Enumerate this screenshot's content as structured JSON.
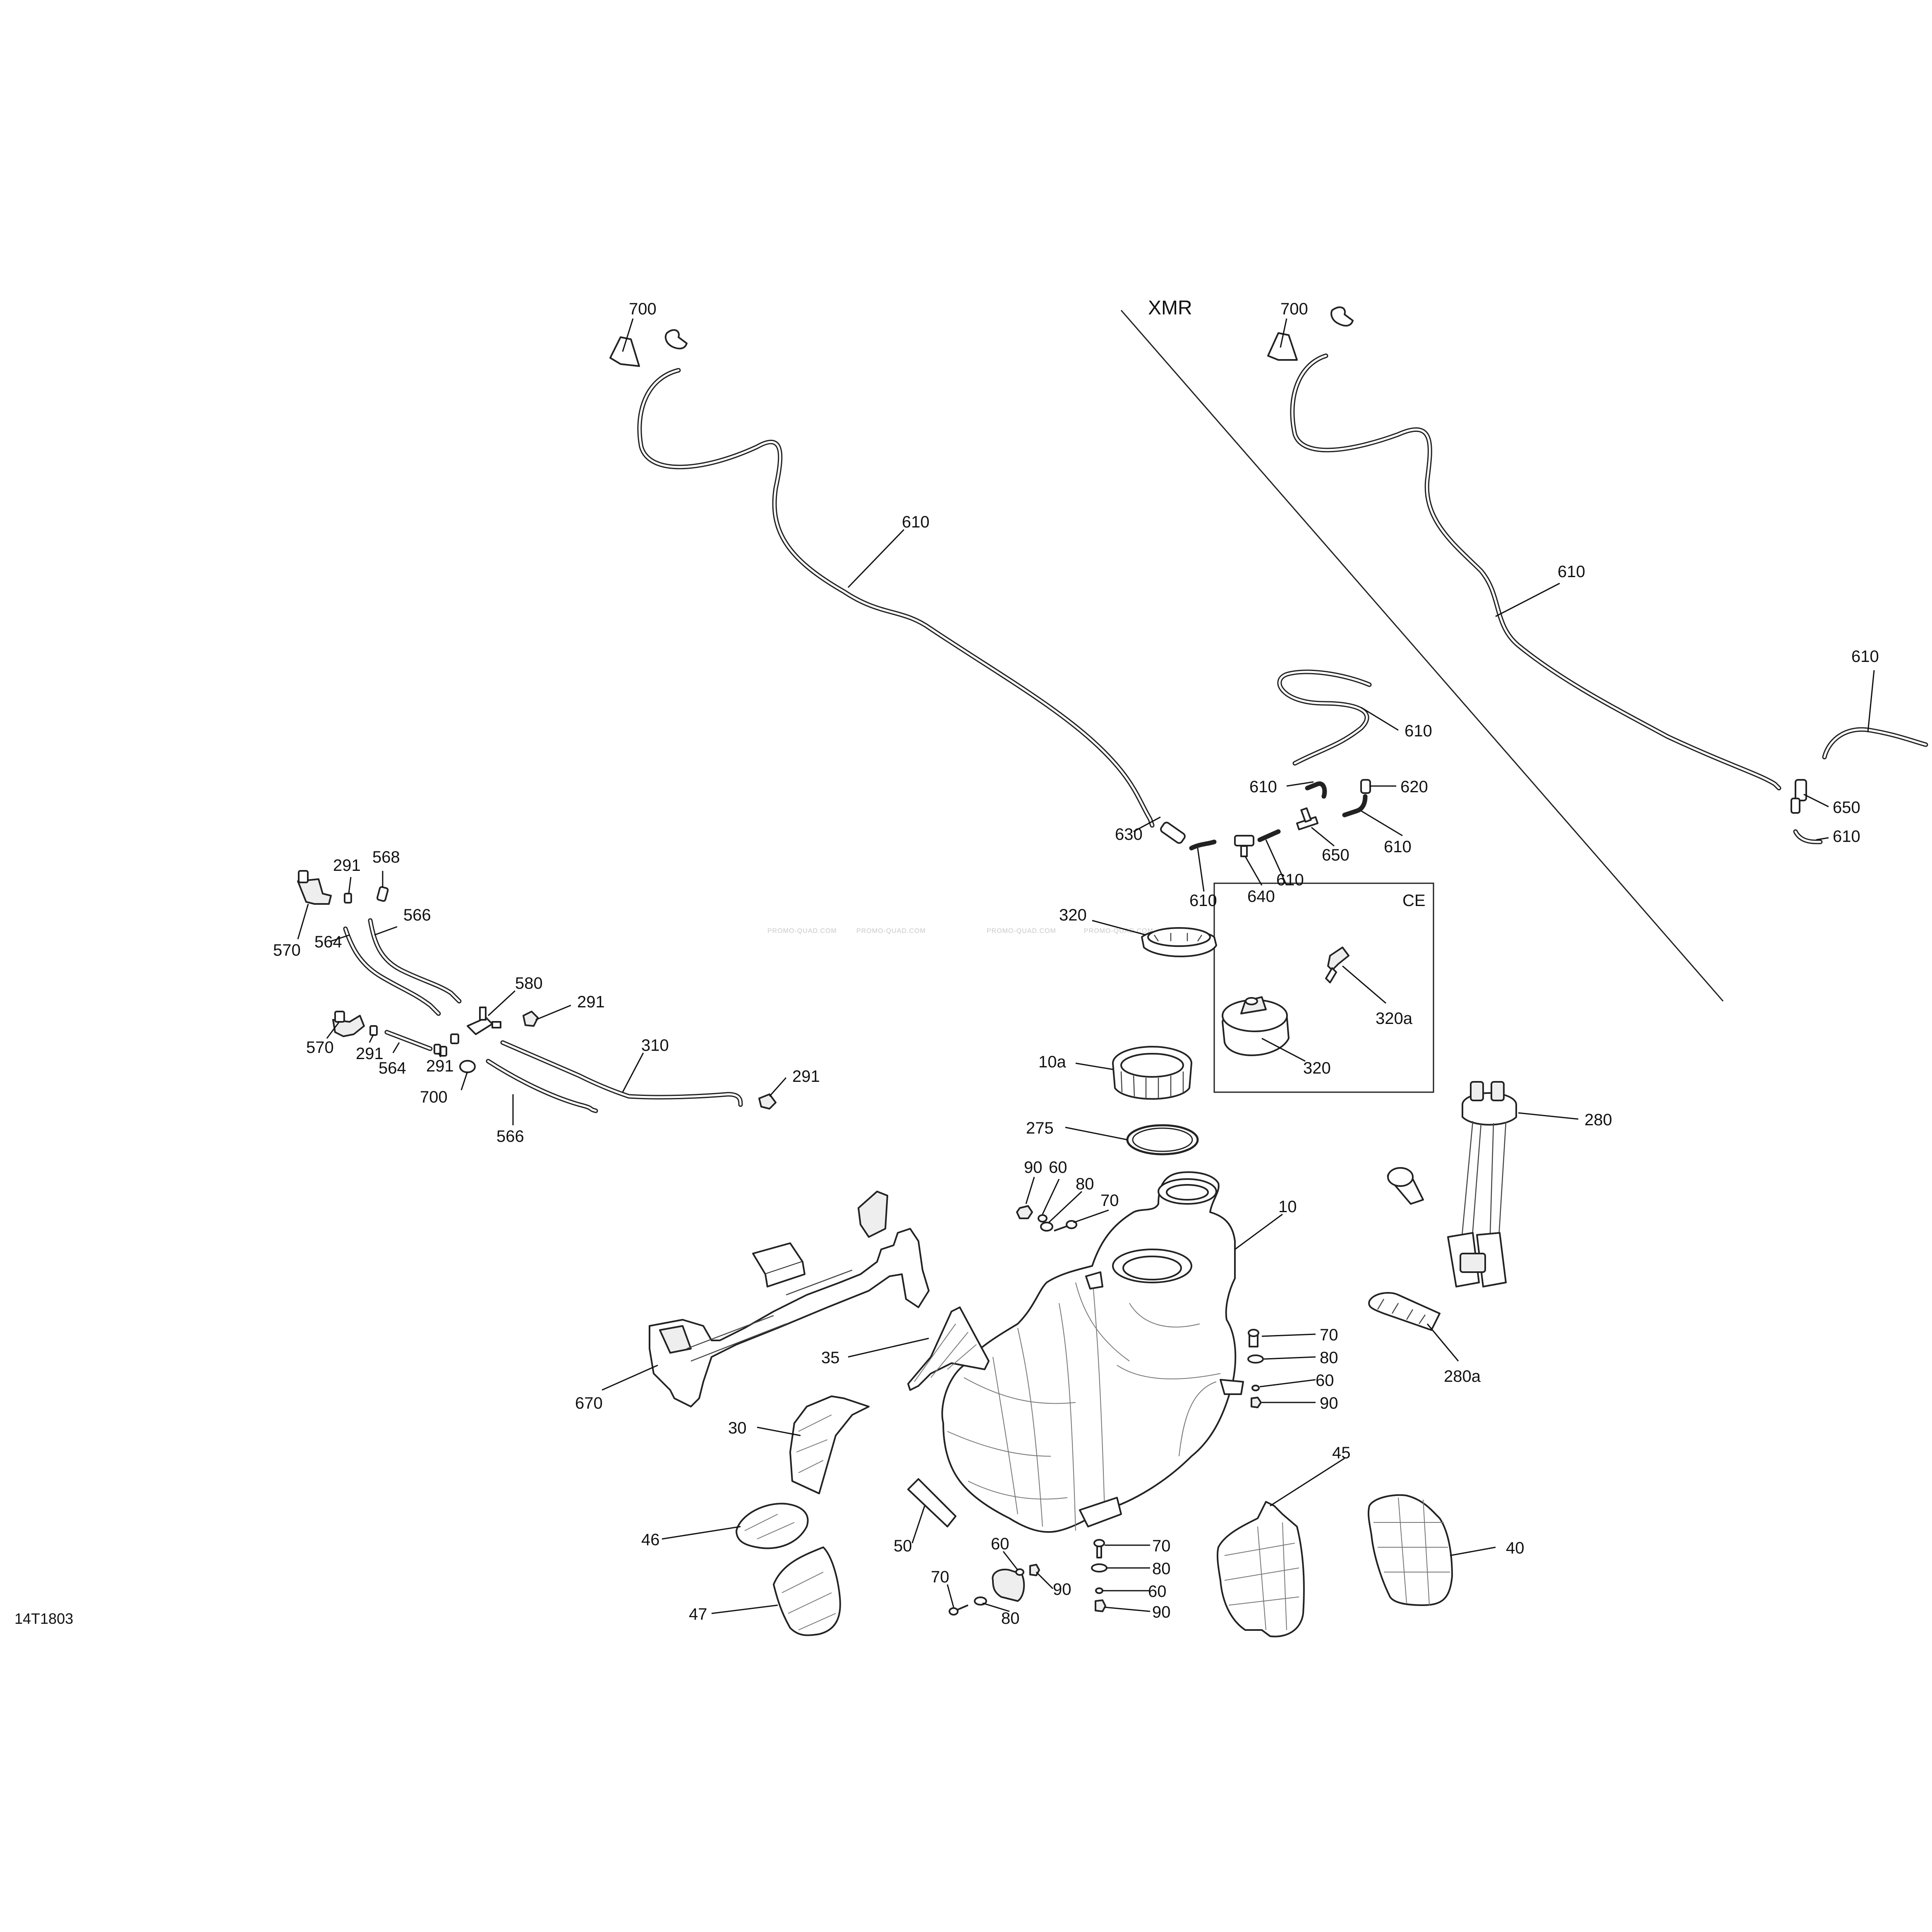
{
  "diagram": {
    "drawing_code": "14T1803",
    "variant_labels": {
      "xmr": "XMR",
      "ce": "CE"
    },
    "watermark": "PROMO-QUAD.COM",
    "callouts": {
      "c700_a": "700",
      "c610_a": "610",
      "c700_b": "700",
      "c610_b": "610",
      "c610_c": "610",
      "c650_b": "650",
      "c610_d": "610",
      "c610_e": "610",
      "c610_f": "610",
      "c620": "620",
      "c610_g": "610",
      "c630": "630",
      "c610_h": "610",
      "c640": "640",
      "c610_i": "610",
      "c650_a": "650",
      "c291_a": "291",
      "c568": "568",
      "c566_a": "566",
      "c570_a": "570",
      "c564_a": "564",
      "c580": "580",
      "c291_b": "291",
      "c570_b": "570",
      "c291_c": "291",
      "c564_b": "564",
      "c291_d": "291",
      "c310": "310",
      "c700_c": "700",
      "c291_e": "291",
      "c566_b": "566",
      "c320_a": "320",
      "c320_b": "320",
      "c320a": "320a",
      "c10a": "10a",
      "c275": "275",
      "c280": "280",
      "c280a": "280a",
      "c90_a": "90",
      "c60_a": "60",
      "c80_a": "80",
      "c70_a": "70",
      "c10": "10",
      "c70_b": "70",
      "c80_b": "80",
      "c60_b": "60",
      "c90_b": "90",
      "c35": "35",
      "c670": "670",
      "c30": "30",
      "c45": "45",
      "c40": "40",
      "c46": "46",
      "c50": "50",
      "c47": "47",
      "c60_c": "60",
      "c90_c": "90",
      "c70_c": "70",
      "c80_c": "80",
      "c70_d": "70",
      "c80_d": "80",
      "c60_d": "60",
      "c90_d": "90"
    }
  }
}
